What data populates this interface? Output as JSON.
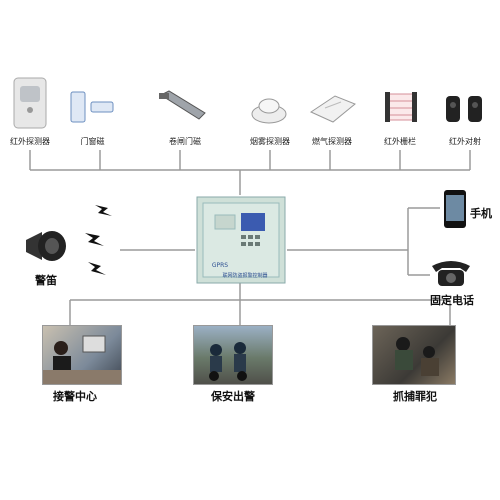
{
  "sensors": [
    {
      "label": "红外探测器",
      "icon": "infrared-detector-icon"
    },
    {
      "label": "门窗磁",
      "icon": "door-magnet-icon"
    },
    {
      "label": "卷闸门磁",
      "icon": "rolling-door-magnet-icon"
    },
    {
      "label": "烟雾探测器",
      "icon": "smoke-detector-icon"
    },
    {
      "label": "燃气探测器",
      "icon": "gas-detector-icon"
    },
    {
      "label": "红外栅栏",
      "icon": "infrared-fence-icon"
    },
    {
      "label": "红外对射",
      "icon": "infrared-beam-icon"
    }
  ],
  "panel": {
    "model": "GPRS",
    "caption": "联网防盗报警控制器",
    "icon": "alarm-control-panel-icon"
  },
  "siren": {
    "label": "警笛",
    "icon": "siren-icon"
  },
  "phones": [
    {
      "label": "手机",
      "icon": "mobile-phone-icon"
    },
    {
      "label": "固定电话",
      "icon": "landline-phone-icon"
    }
  ],
  "responses": [
    {
      "label": "接警中心",
      "icon": "alarm-center-photo"
    },
    {
      "label": "保安出警",
      "icon": "security-dispatch-photo"
    },
    {
      "label": "抓捕罪犯",
      "icon": "arrest-photo"
    }
  ],
  "colors": {
    "line": "#9a9a9a",
    "panel": "#cfe0d8",
    "screen": "#3b5bb0",
    "bolt": "#111111"
  }
}
